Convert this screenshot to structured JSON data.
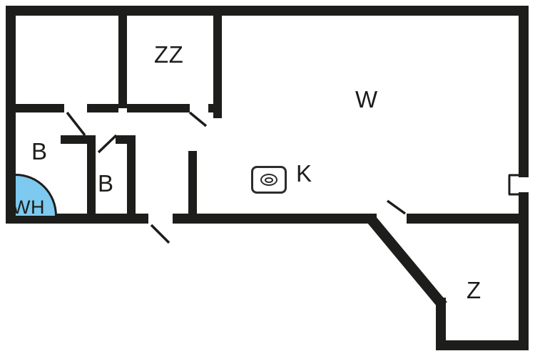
{
  "colors": {
    "wall": "#1d1d1b",
    "background": "#ffffff",
    "water": "#7dc9ef",
    "label": "#1d1d1b"
  },
  "rooms": [
    {
      "id": "zz",
      "label": "ZZ"
    },
    {
      "id": "w",
      "label": "W"
    },
    {
      "id": "b-left",
      "label": "B"
    },
    {
      "id": "b-inner",
      "label": "B"
    },
    {
      "id": "wh",
      "label": "WH"
    },
    {
      "id": "k",
      "label": "K"
    },
    {
      "id": "z",
      "label": "Z"
    }
  ],
  "icons": [
    {
      "name": "stove-icon"
    },
    {
      "name": "whirlpool-icon"
    }
  ]
}
